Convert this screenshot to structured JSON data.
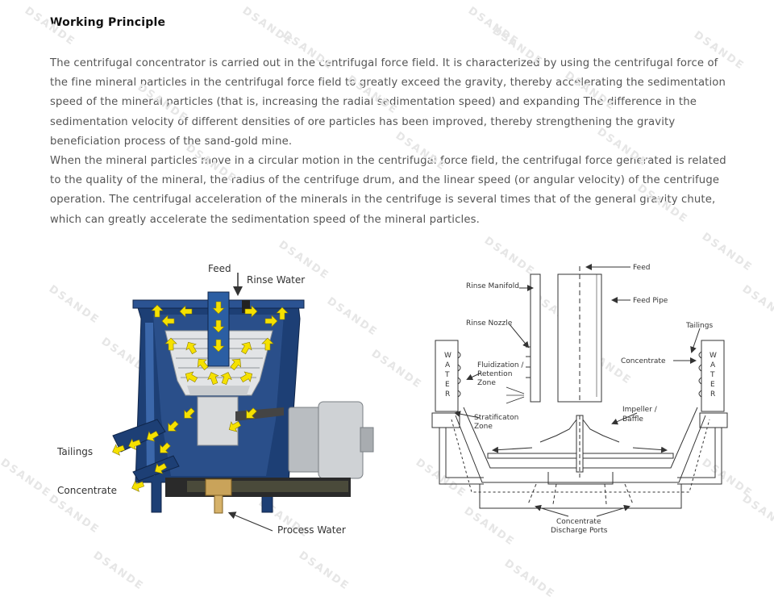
{
  "section": {
    "title": "Working Principle",
    "paragraphs": [
      "The centrifugal concentrator is carried out in the centrifugal force field. It is characterized by using the centrifugal force of the fine mineral particles in the centrifugal force field to greatly exceed the gravity, thereby accelerating the sedimentation speed of the mineral particles (that is, increasing the radial sedimentation speed) and expanding The difference in the sedimentation velocity of different densities of ore particles has been improved, thereby strengthening the gravity beneficiation process of the sand-gold mine.",
      "When the mineral particles move in a circular motion in the centrifugal force field, the centrifugal force generated is related to the quality of the mineral, the radius of the centrifuge drum, and the linear speed (or angular velocity) of the centrifuge operation. The centrifugal acceleration of the minerals in the centrifuge is several times that of the general gravity chute, which can greatly accelerate the sedimentation speed of the mineral particles."
    ]
  },
  "watermark": "DSANDE",
  "left_diagram": {
    "labels": {
      "feed": "Feed",
      "rinse_water": "Rinse Water",
      "tailings": "Tailings",
      "concentrate": "Concentrate",
      "process_water": "Process Water"
    },
    "colors": {
      "frame": "#1d3f75",
      "arrow": "#f5e100",
      "motor": "#bfc3c6"
    }
  },
  "right_diagram": {
    "labels": {
      "feed": "Feed",
      "feed_pipe": "Feed Pipe",
      "rinse_manifold": "Rinse Manifold",
      "rinse_nozzle": "Rinse Nozzle",
      "tailings": "Tailings",
      "concentrate": "Concentrate",
      "fluidization_1": "Fluidization /",
      "fluidization_2": "Retention",
      "fluidization_3": "Zone",
      "impeller_1": "Impeller /",
      "impeller_2": "Baffle",
      "strat_1": "Stratificaton",
      "strat_2": "Zone",
      "ports_1": "Concentrate",
      "ports_2": "Discharge Ports",
      "water_letters": [
        "W",
        "A",
        "T",
        "E",
        "R"
      ]
    }
  }
}
